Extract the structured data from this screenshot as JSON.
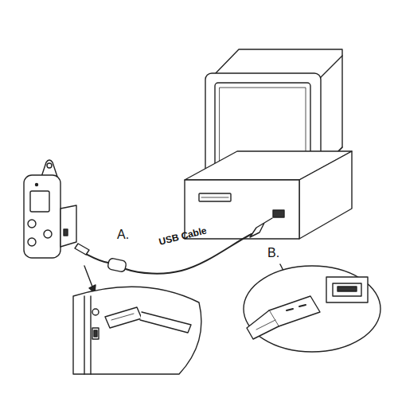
{
  "diagram": {
    "labels": [
      "A.",
      "USB Cable",
      "B."
    ]
  }
}
